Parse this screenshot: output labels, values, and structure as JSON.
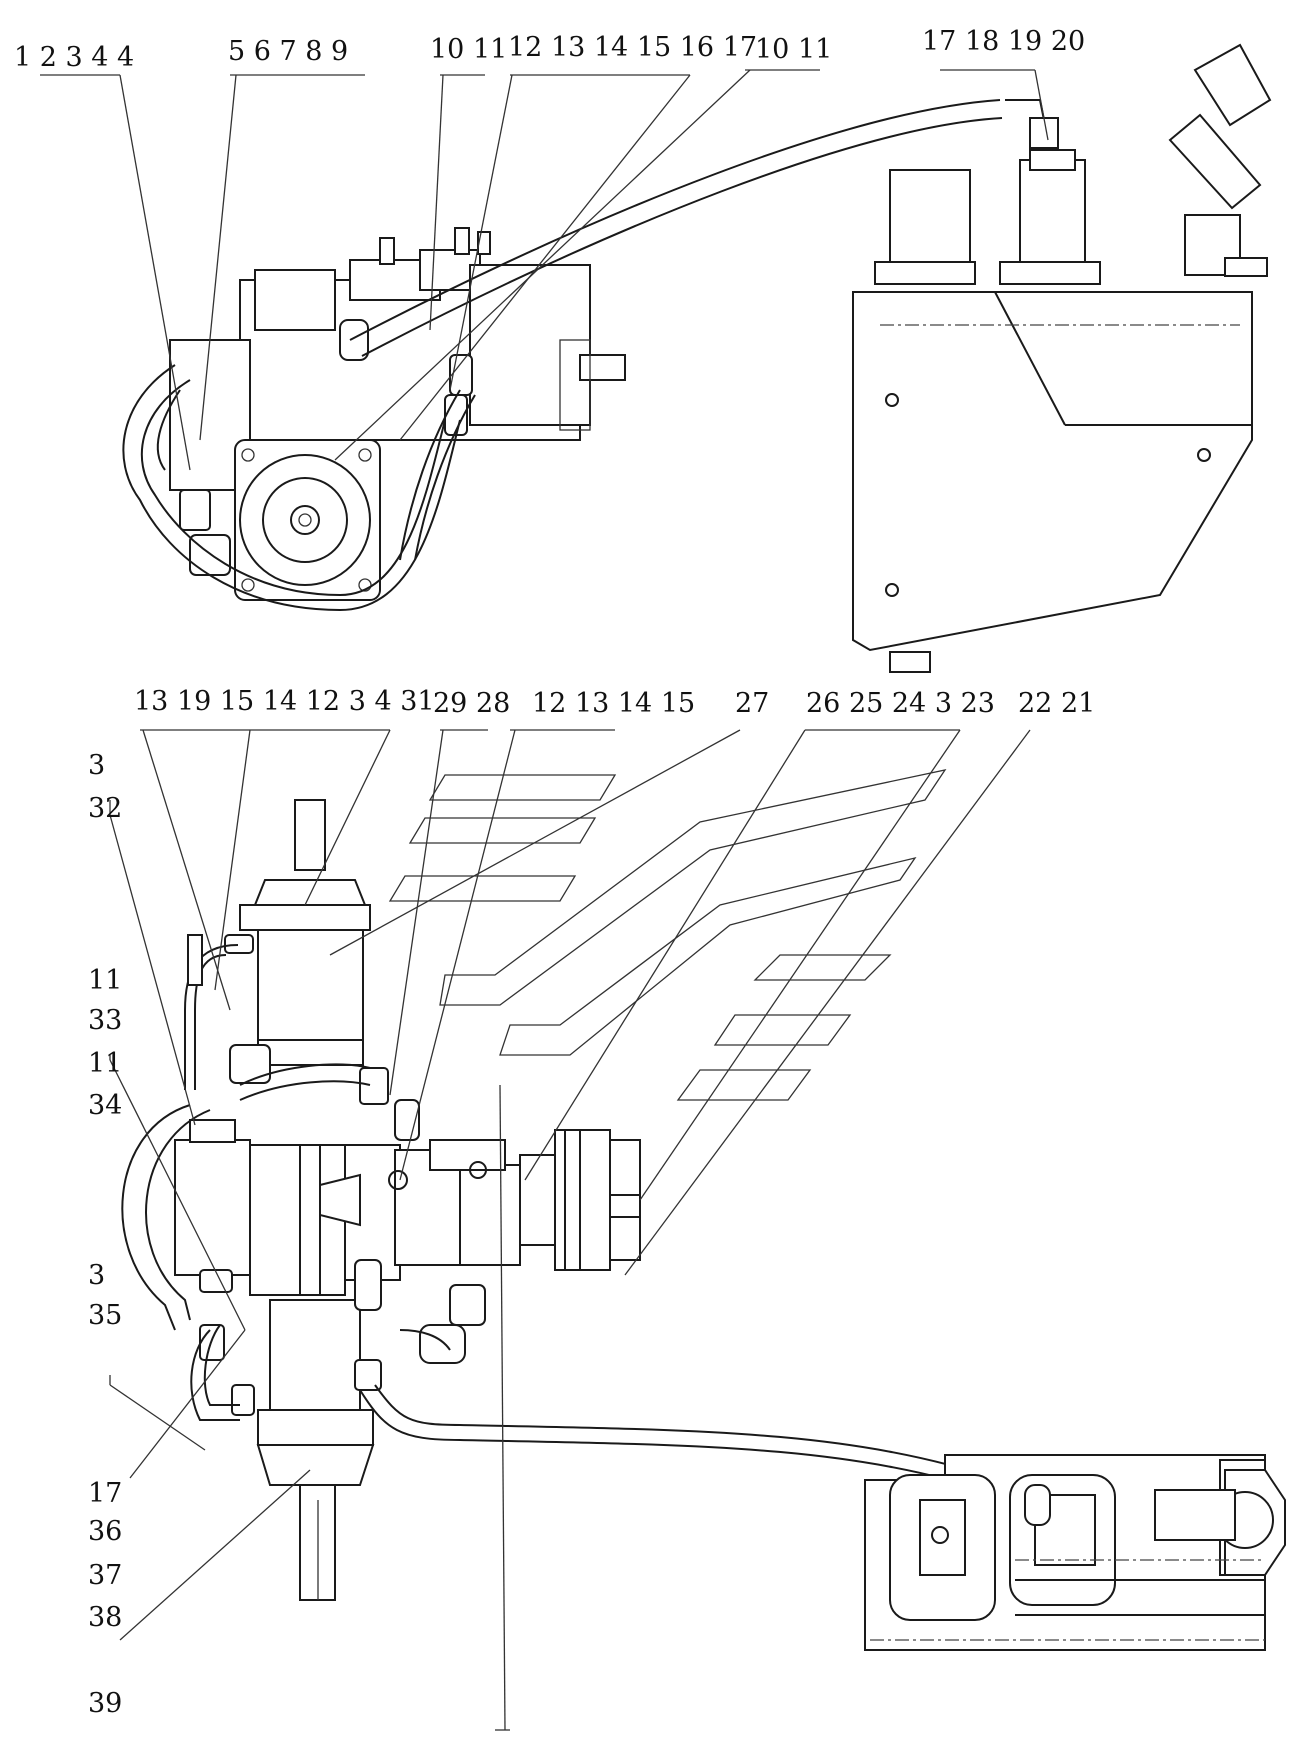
{
  "callouts_upper": [
    {
      "id": "u1",
      "text": "1 2 3 4 4"
    },
    {
      "id": "u2",
      "text": "5 6 7 8 9"
    },
    {
      "id": "u3",
      "text": "10 11"
    },
    {
      "id": "u4",
      "text": "12 13 14 15 16 17"
    },
    {
      "id": "u5",
      "text": "10 11"
    },
    {
      "id": "u6",
      "text": "17 18 19 20"
    }
  ],
  "callouts_lower": [
    {
      "id": "l1",
      "text": "13 19 15 14 12 3 4 31"
    },
    {
      "id": "l2",
      "text": "29 28"
    },
    {
      "id": "l3",
      "text": "12 13 14 15"
    },
    {
      "id": "l4",
      "text": "27"
    },
    {
      "id": "l5",
      "text": "26 25 24 3 23"
    },
    {
      "id": "l6",
      "text": "22 21"
    }
  ],
  "callouts_left": [
    {
      "id": "s1",
      "text": "3"
    },
    {
      "id": "s2",
      "text": "32"
    },
    {
      "id": "s3",
      "text": "11"
    },
    {
      "id": "s4",
      "text": "33"
    },
    {
      "id": "s5",
      "text": "11"
    },
    {
      "id": "s6",
      "text": "34"
    },
    {
      "id": "s7",
      "text": "3"
    },
    {
      "id": "s8",
      "text": "35"
    },
    {
      "id": "s9",
      "text": "17"
    },
    {
      "id": "s10",
      "text": "36"
    },
    {
      "id": "s11",
      "text": "37"
    },
    {
      "id": "s12",
      "text": "38"
    },
    {
      "id": "s13",
      "text": "39"
    }
  ],
  "colors": {
    "line": "#1a1a1a",
    "background": "#ffffff"
  }
}
